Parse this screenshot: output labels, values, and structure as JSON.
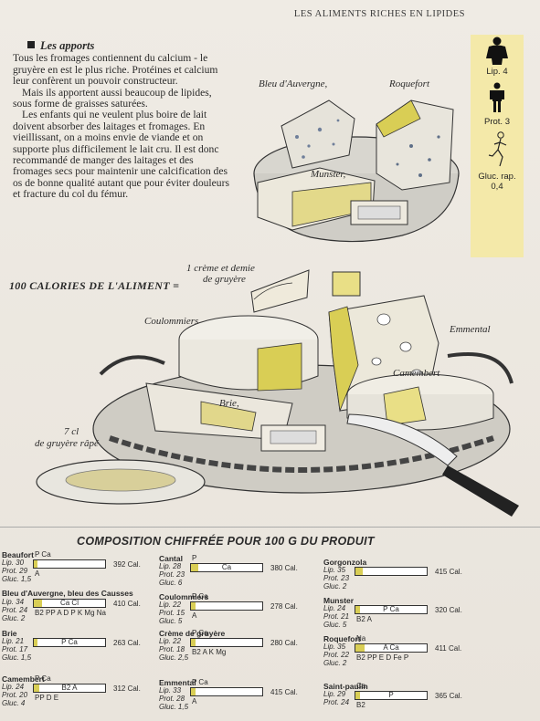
{
  "running_head": "LES ALIMENTS RICHES EN LIPIDES",
  "intro": {
    "heading": "Les apports",
    "paragraphs": [
      "Tous les fromages contiennent du calcium - le gruyère en est le plus riche. Protéines et calcium leur confèrent un pouvoir constructeur.",
      "Mais ils apportent aussi beaucoup de lipides, sous forme de graisses saturées.",
      "Les enfants qui ne veulent plus boire de lait doivent absorber des laitages et fromages. En vieillissant, on a moins envie de viande et on supporte plus difficilement le lait cru. Il est donc recommandé de manger des laitages et des fromages secs pour maintenir une calcification des os de bonne qualité autant que pour éviter douleurs et fracture du col du fémur."
    ]
  },
  "sidebar": {
    "lip": "Lip. 4",
    "prot": "Prot. 3",
    "gluc1": "Gluc. rap.",
    "gluc2": "0,4"
  },
  "captions": {
    "bleu": "Bleu d'Auvergne,",
    "roquefort": "Roquefort",
    "munster": "Munster,",
    "creme1": "1 crème et demie",
    "creme2": "de gruyère",
    "coulommiers": "Coulommiers",
    "emmental": "Emmental",
    "camembert": "Camembert",
    "brie": "Brie,",
    "gruyere1": "7 cl",
    "gruyere2": "de gruyère râpé"
  },
  "calories_label": "100 CALORIES DE L'ALIMENT =",
  "composition_title": "COMPOSITION CHIFFRÉE POUR 100 G DU PRODUIT",
  "colors": {
    "accent": "#d9ce55",
    "sidebar": "#f4e9a9"
  },
  "cheeses": [
    {
      "name": "Beaufort",
      "lip": "Lip. 30",
      "prot": "Prot. 29",
      "gluc": "Gluc. 1,5",
      "top": "P Ca",
      "bar": "",
      "below": "A",
      "fill": 0.05,
      "cal": "392 Cal."
    },
    {
      "name": "Bleu d'Auvergne, bleu des Causses",
      "lip": "Lip. 34",
      "prot": "Prot. 24",
      "gluc": "Gluc. 2",
      "top": "",
      "bar": "Ca Cl",
      "below": "B2 PP A D P K Mg Na",
      "fill": 0.12,
      "cal": "410 Cal."
    },
    {
      "name": "Brie",
      "lip": "Lip. 21",
      "prot": "Prot. 17",
      "gluc": "Gluc. 1,5",
      "top": "",
      "bar": "P Ca",
      "below": "",
      "fill": 0.05,
      "cal": "263 Cal."
    },
    {
      "name": "Camembert",
      "lip": "Lip. 24",
      "prot": "Prot. 20",
      "gluc": "Gluc. 4",
      "top": "P Ca",
      "bar": "B2 A",
      "below": "PP D E",
      "fill": 0.08,
      "cal": "312 Cal."
    },
    {
      "name": "Cantal",
      "lip": "Lip. 28",
      "prot": "Prot. 23",
      "gluc": "Gluc. 6",
      "top": "P",
      "bar": "Ca",
      "below": "",
      "fill": 0.1,
      "cal": "380 Cal."
    },
    {
      "name": "Coulommiers",
      "lip": "Lip. 22",
      "prot": "Prot. 15",
      "gluc": "Gluc. 5",
      "top": "P Ca",
      "bar": "",
      "below": "A",
      "fill": 0.06,
      "cal": "278 Cal."
    },
    {
      "name": "Crème de gruyère",
      "lip": "Lip. 22",
      "prot": "Prot. 18",
      "gluc": "Gluc. 2,5",
      "top": "P Ca",
      "bar": "",
      "below": "B2 A K Mg",
      "fill": 0.06,
      "cal": "280 Cal."
    },
    {
      "name": "Emmental",
      "lip": "Lip. 33",
      "prot": "Prot. 28",
      "gluc": "Gluc. 1,5",
      "top": "P Ca",
      "bar": "",
      "below": "A",
      "fill": 0.06,
      "cal": "415 Cal."
    },
    {
      "name": "Gorgonzola",
      "lip": "Lip. 35",
      "prot": "Prot. 23",
      "gluc": "Gluc. 2",
      "top": "",
      "bar": "",
      "below": "",
      "fill": 0.1,
      "cal": "415 Cal."
    },
    {
      "name": "Munster",
      "lip": "Lip. 24",
      "prot": "Prot. 21",
      "gluc": "Gluc. 5",
      "top": "",
      "bar": "P Ca",
      "below": "B2 A",
      "fill": 0.06,
      "cal": "320 Cal."
    },
    {
      "name": "Roquefort",
      "lip": "Lip. 35",
      "prot": "Prot. 22",
      "gluc": "Gluc. 2",
      "top": "Na",
      "bar": "A Ca",
      "below": "B2 PP E D Fe P",
      "fill": 0.13,
      "cal": "411 Cal."
    },
    {
      "name": "Saint-paulin",
      "lip": "Lip. 29",
      "prot": "Prot. 24",
      "gluc": "",
      "top": "Ca",
      "bar": "P",
      "below": "B2",
      "fill": 0.06,
      "cal": "365 Cal."
    }
  ]
}
